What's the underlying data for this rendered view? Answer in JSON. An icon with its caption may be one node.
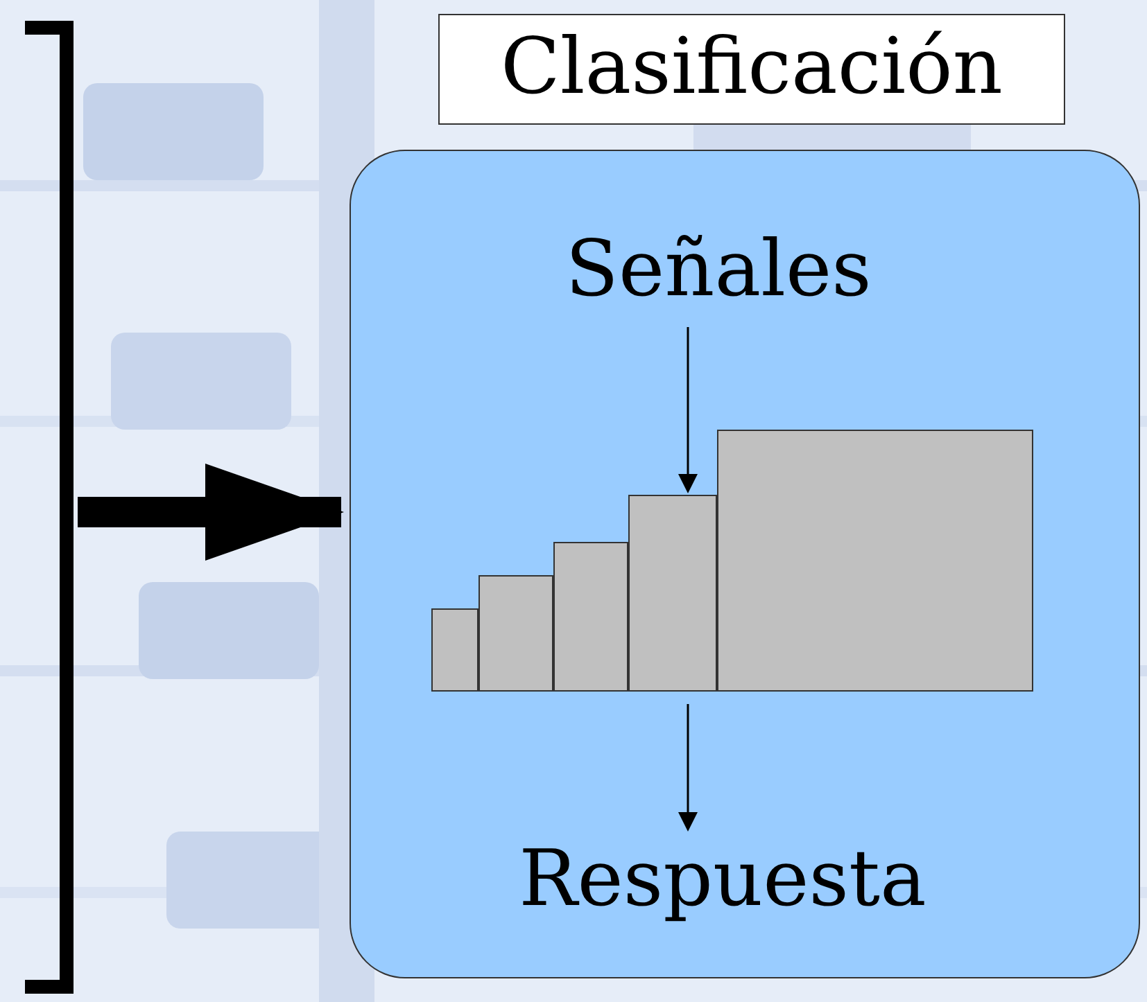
{
  "diagram": {
    "nodes": [
      {
        "text": [
          "Clasificación"
        ]
      },
      {
        "text": [],
        "shape": "bracket"
      },
      {
        "text": [],
        "shape": "box"
      },
      {
        "text": [
          "Señales"
        ],
        "in": 2
      },
      {
        "text": [],
        "shape": "bar",
        "in": 2
      },
      {
        "text": [],
        "shape": "bar",
        "in": 2
      },
      {
        "text": [],
        "shape": "bar",
        "in": 2
      },
      {
        "text": [],
        "shape": "bar",
        "in": 2
      },
      {
        "text": [],
        "shape": "bar",
        "in": 2
      },
      {
        "text": [
          "Respuesta"
        ],
        "in": 2
      }
    ],
    "edges": [
      {
        "from": 1,
        "to": 2,
        "arrow": "to",
        "style": "thick"
      },
      {
        "from": 3,
        "to": 7,
        "arrow": "to"
      },
      {
        "from": 7,
        "to": 9,
        "arrow": "to"
      }
    ]
  }
}
